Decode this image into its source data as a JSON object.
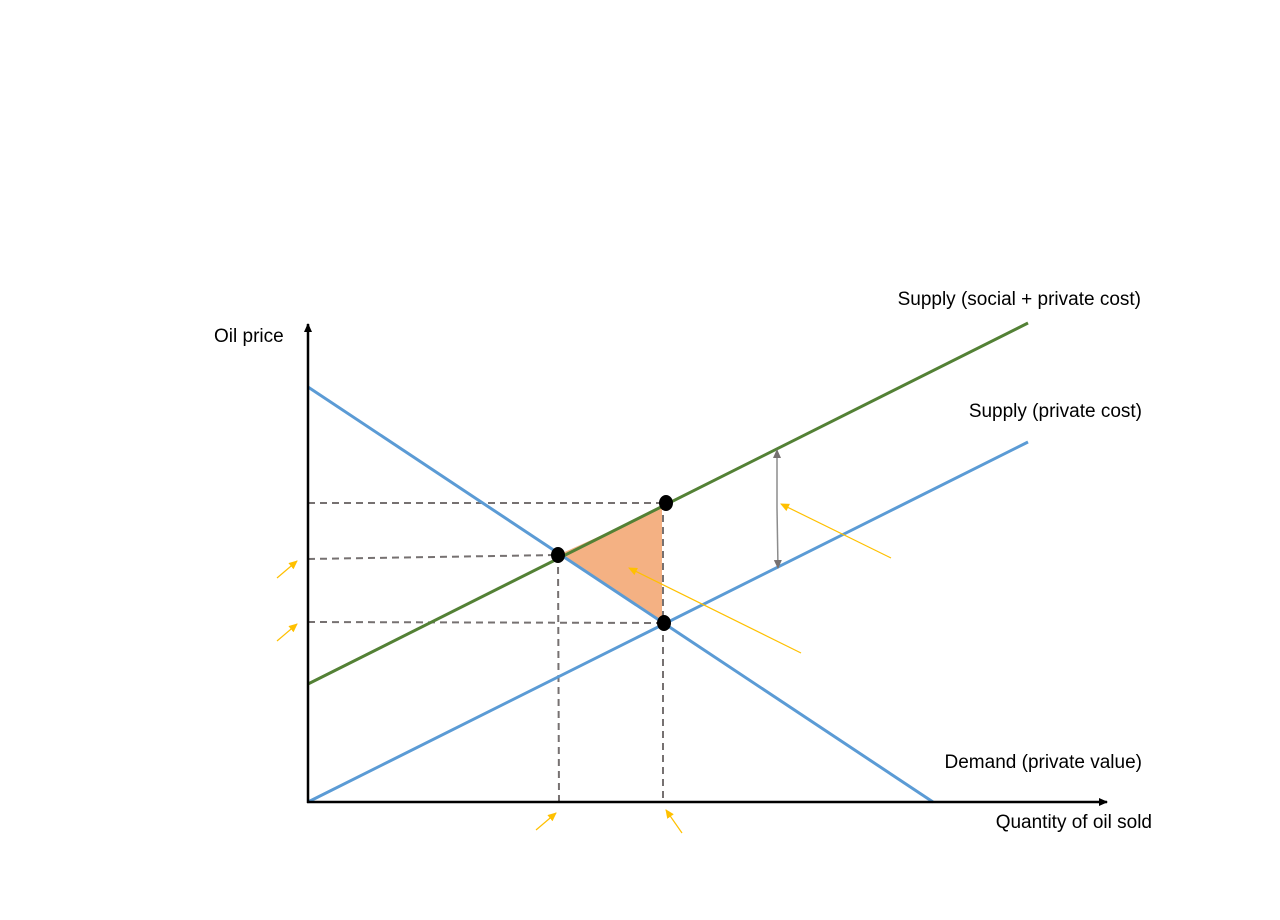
{
  "axes": {
    "y_label": "Oil price",
    "x_label": "Quantity of oil sold"
  },
  "curves": {
    "supply_social": {
      "label": "Supply (social + private cost)",
      "color": "#538135"
    },
    "supply_private": {
      "label": "Supply (private cost)",
      "color": "#5b9bd5"
    },
    "demand": {
      "label": "Demand (private value)",
      "color": "#5b9bd5"
    }
  },
  "colors": {
    "deadweight_loss": "#f4b183",
    "annotation_arrow": "#ffc000",
    "guide_line": "#767171",
    "point": "#000000"
  }
}
